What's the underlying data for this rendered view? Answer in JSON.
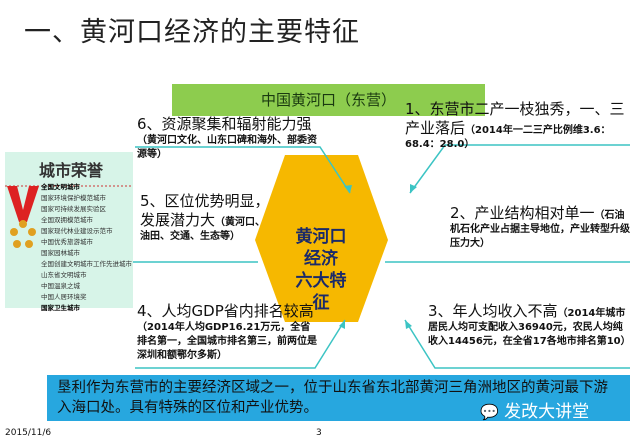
{
  "title": "一、黄河口经济的主要特征",
  "top_label": "中国黄河口（东营）",
  "center": {
    "line1": "黄河口经济",
    "line2": "六大特征"
  },
  "features": [
    {
      "heading": "1、东营市二产一枝独秀，一、三产业落后",
      "detail": "（2014年一二三产比例维3.6：68.4：28.0）"
    },
    {
      "heading": "2、产业结构相对单一",
      "detail": "（石油机石化产业占据主导地位，产业转型升级压力大）"
    },
    {
      "heading": "3、年人均收入不高",
      "detail": "（2014年城市居民人均可支配收入36940元，农民人均纯收入14456元，在全省17各地市排名第10）"
    },
    {
      "heading": "4、人均GDP省内排名较高",
      "detail": "（2014年人均GDP16.21万元，全省排名第一，全国城市排名第三，前两位是深圳和额鄂尔多斯）"
    },
    {
      "heading": "5、区位优势明显，发展潜力大",
      "detail": "（黄河口、油田、交通、生态等）"
    },
    {
      "heading": "6、资源聚集和辐射能力强",
      "detail": "（黄河口文化、山东口碑和海外、部委资源等）"
    }
  ],
  "honors": {
    "title": "城市荣誉",
    "items": [
      "全国文明城市",
      "国家环境保护模范城市",
      "国家可持续发展实验区",
      "全国双拥模范城市",
      "国家现代林业建设示范市",
      "中国优秀旅游城市",
      "国家园林城市",
      "全国创建文明城市工作先进城市",
      "山东省文明城市",
      "中国温泉之城",
      "中国人居环境奖",
      "国家卫生城市"
    ]
  },
  "summary": "垦利作为东营市的主要经济区域之一，位于山东省东北部黄河三角洲地区的黄河最下游入海口处。具有特殊的区位和产业优势。",
  "watermark": "发改大讲堂",
  "footer": {
    "date": "2015/11/6",
    "page": "3"
  },
  "colors": {
    "green": "#8dcc4e",
    "hexagon": "#f6b800",
    "line": "#3cc4c4",
    "blue_bar": "#27a7df",
    "honors_bg": "#d7f4e8"
  }
}
